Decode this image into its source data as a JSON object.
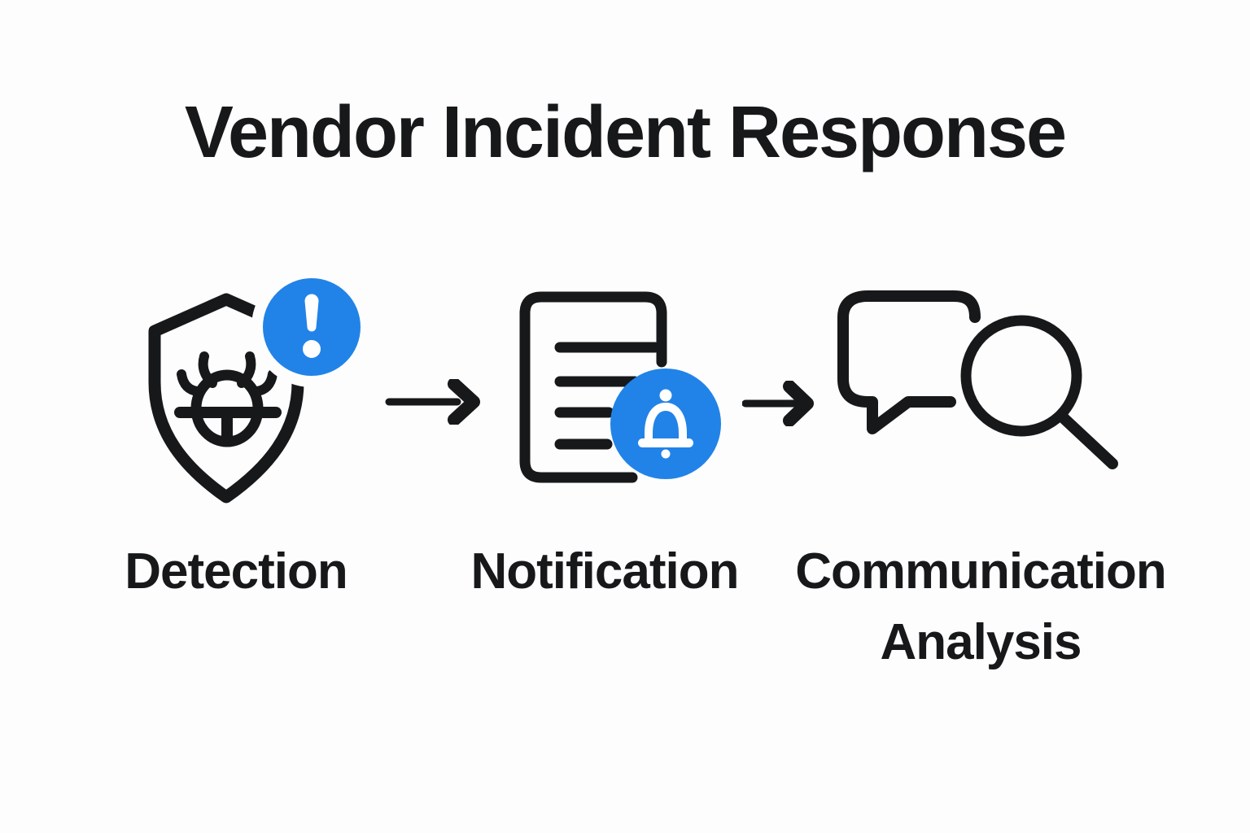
{
  "title": "Vendor Incident Response",
  "colors": {
    "ink": "#17181a",
    "accent": "#2183e8",
    "bg": "#fdfdfd",
    "badge_glyph": "#ffffff"
  },
  "steps": [
    {
      "label": "Detection",
      "icon": "shield-bug-alert-icon",
      "badge": "alert-exclamation-badge"
    },
    {
      "label": "Notification",
      "icon": "document-bell-icon",
      "badge": "bell-badge"
    },
    {
      "label": "Communication Analysis",
      "icon": "chat-search-icon",
      "badge": ""
    }
  ],
  "connectors": [
    {
      "type": "arrow-right"
    },
    {
      "type": "arrow-right"
    }
  ]
}
